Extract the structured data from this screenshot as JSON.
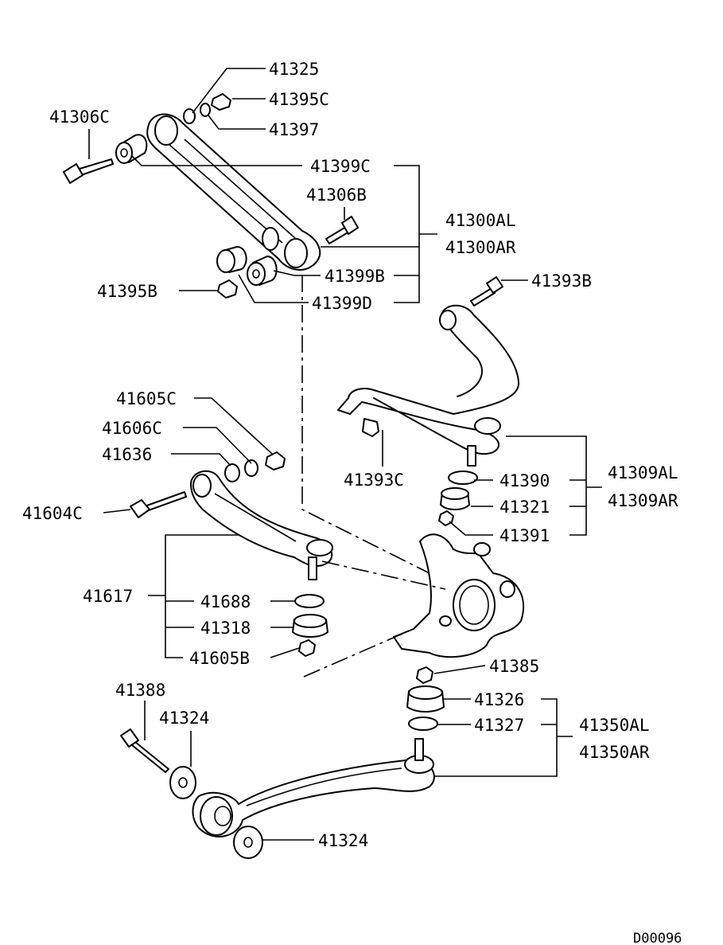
{
  "diagram_code": "D00096",
  "upper_arm_rear": {
    "assembly": [
      "41300AL",
      "41300AR"
    ],
    "bushing_front": "41399C",
    "bushing_rear_b": "41399B",
    "bushing_rear_d": "41399D",
    "bolt_front": "41306C",
    "bolt_rear": "41306B",
    "washer_top": "41325",
    "nut_top": "41395C",
    "washer_small": "41397",
    "nut_rear": "41395B"
  },
  "upper_arm_front": {
    "assembly": [
      "41309AL",
      "41309AR"
    ],
    "bolt_top": "41393B",
    "bolt_bottom": "41393C",
    "snap_ring": "41390",
    "boot": "41321",
    "nut": "41391"
  },
  "toe_arm": {
    "washer_c": "41605C",
    "washer_c2": "41606C",
    "washer": "41636",
    "bolt": "41604C",
    "assembly": "41617",
    "snap_ring": "41688",
    "boot": "41318",
    "nut": "41605B"
  },
  "lower_arm": {
    "nut": "41385",
    "boot": "41326",
    "snap_ring": "41327",
    "assembly": [
      "41350AL",
      "41350AR"
    ],
    "bolt": "41388",
    "washer_upper": "41324",
    "washer_lower": "41324"
  }
}
